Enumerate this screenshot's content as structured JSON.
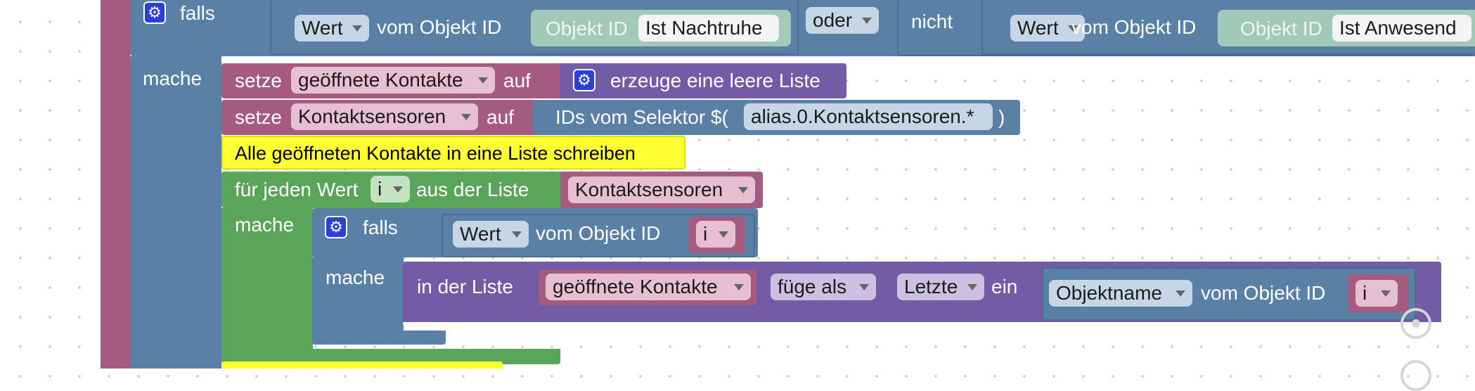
{
  "colors": {
    "logic": "#5b80a5",
    "logic_dark": "#4a6d91",
    "variable": "#a55b80",
    "variable_dark": "#8d4a6b",
    "list": "#745ba5",
    "loop": "#5ba55b",
    "comment": "#ffff33",
    "outer_event": "#a55b80"
  },
  "if1": {
    "keyword": "falls",
    "gear_icon": "gear-icon",
    "cond_left": {
      "dropdown": "Wert",
      "text": "vom Objekt ID",
      "obj_label": "Objekt ID",
      "obj_value": "Ist Nachtruhe"
    },
    "operator": "oder",
    "not_label": "nicht",
    "cond_right": {
      "dropdown": "Wert",
      "text": "vom Objekt ID",
      "obj_label": "Objekt ID",
      "obj_value": "Ist Anwesend"
    },
    "do_label": "mache"
  },
  "set1": {
    "keyword": "setze",
    "variable": "geöffnete Kontakte",
    "to": "auf",
    "value": "erzeuge eine leere Liste"
  },
  "set2": {
    "keyword": "setze",
    "variable": "Kontaktsensoren",
    "to": "auf",
    "value_prefix": "IDs vom Selektor $(",
    "selector": "alias.0.Kontaktsensoren.*",
    "value_suffix": ")"
  },
  "comment": {
    "text": "Alle geöffneten Kontakte in eine Liste schreiben"
  },
  "foreach": {
    "prefix": "für jeden Wert",
    "var": "i",
    "middle": "aus der Liste",
    "list": "Kontaktsensoren",
    "do_label": "mache"
  },
  "if2": {
    "keyword": "falls",
    "cond_dropdown": "Wert",
    "cond_text": "vom Objekt ID",
    "cond_var": "i",
    "do_label": "mache"
  },
  "listop": {
    "prefix": "in der Liste",
    "list": "geöffnete Kontakte",
    "mode": "füge als",
    "where": "Letzte",
    "suffix": "ein",
    "item_dropdown": "Objektname",
    "item_text": "vom Objekt ID",
    "item_var": "i"
  }
}
